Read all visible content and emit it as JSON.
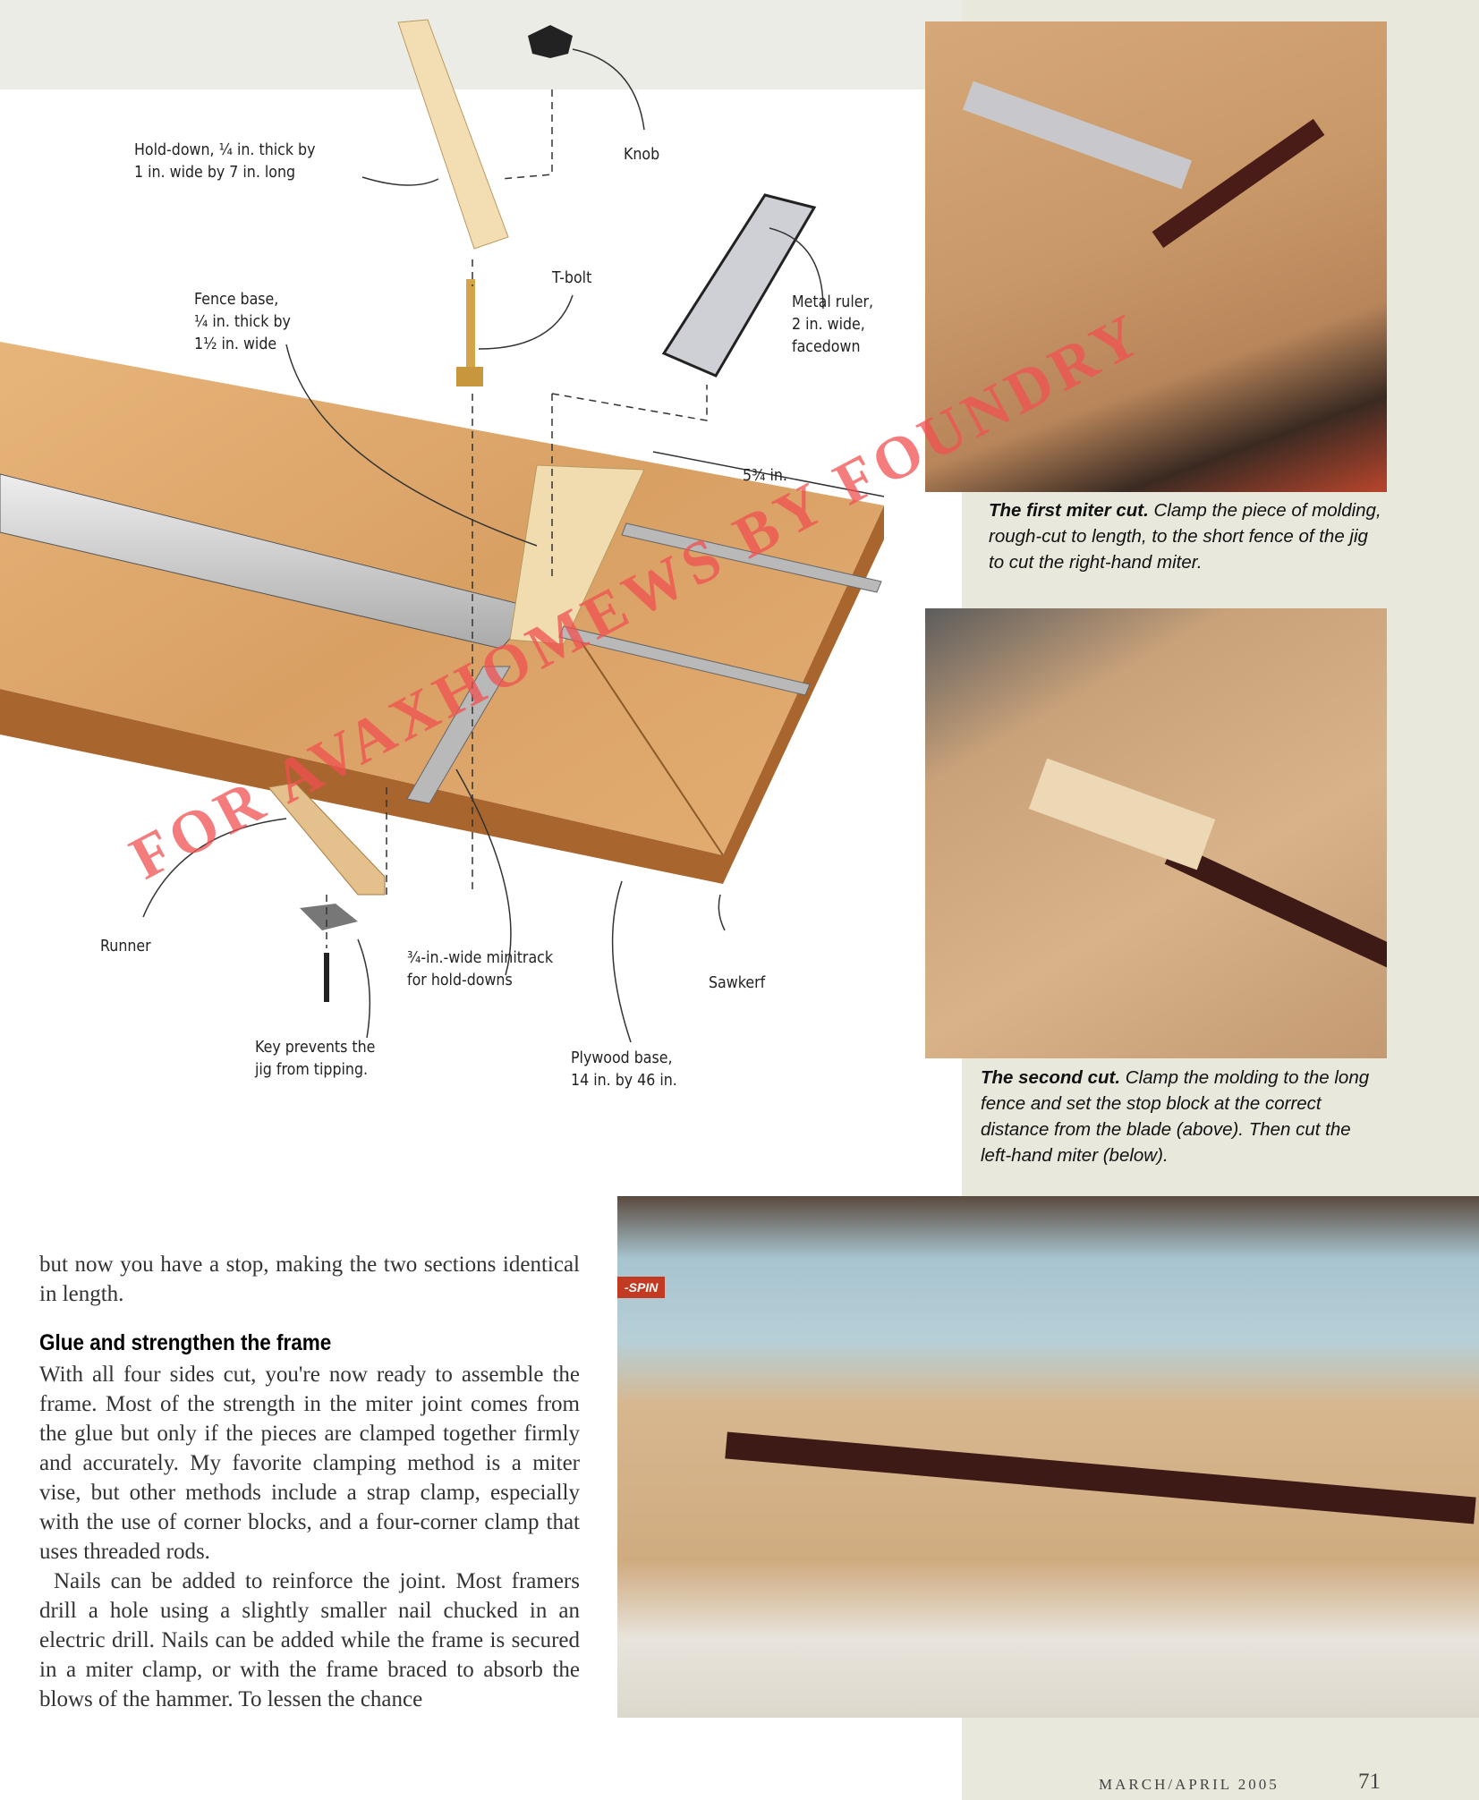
{
  "diagram": {
    "labels": {
      "hold_down": [
        "Hold-down, ¼ in. thick by",
        "1 in. wide by 7 in. long"
      ],
      "knob": "Knob",
      "t_bolt": "T-bolt",
      "fence_base": [
        "Fence base,",
        "¼ in. thick by",
        "1½ in. wide"
      ],
      "metal_ruler": [
        "Metal ruler,",
        "2 in. wide,",
        "facedown"
      ],
      "dimension": "5¾ in.",
      "runner": "Runner",
      "minitrack": [
        "¾-in.-wide minitrack",
        "for hold-downs"
      ],
      "sawkerf": "Sawkerf",
      "key": [
        "Key prevents the",
        "jig from tipping."
      ],
      "plywood_base": [
        "Plywood base,",
        "14 in. by 46 in."
      ]
    }
  },
  "captions": {
    "first": {
      "title": "The first miter cut.",
      "text": "Clamp the piece of molding, rough-cut to length, to the short fence of the jig to cut the right-hand miter."
    },
    "second": {
      "title": "The second cut.",
      "text": "Clamp the molding to the long fence and set the stop block at the correct distance from the blade (above). Then cut the left-hand miter (below)."
    }
  },
  "article": {
    "intro": "but now you have a stop, making the two sections identical in length.",
    "heading": "Glue and strengthen the frame",
    "paragraphs": [
      "With all four sides cut, you're now ready to assemble the frame. Most of the strength in the miter joint comes from the glue but only if the pieces are clamped together firmly and accurately. My favorite clamping method is a miter vise, but other methods include a strap clamp, especially with the use of corner blocks, and a four-corner clamp that uses threaded rods.",
      "Nails can be added to reinforce the joint. Most framers drill a hole using a slightly smaller nail chucked in an electric drill. Nails can be added while the frame is secured in a miter clamp, or with the frame braced to absorb the blows of the hammer. To lessen the chance"
    ]
  },
  "photo_text": {
    "saw_brand": "-SPIN"
  },
  "footer": {
    "issue": "MARCH/APRIL 2005",
    "page": "71"
  },
  "watermark": "FOR AVAXHOMEWS BY FOUNDRY"
}
